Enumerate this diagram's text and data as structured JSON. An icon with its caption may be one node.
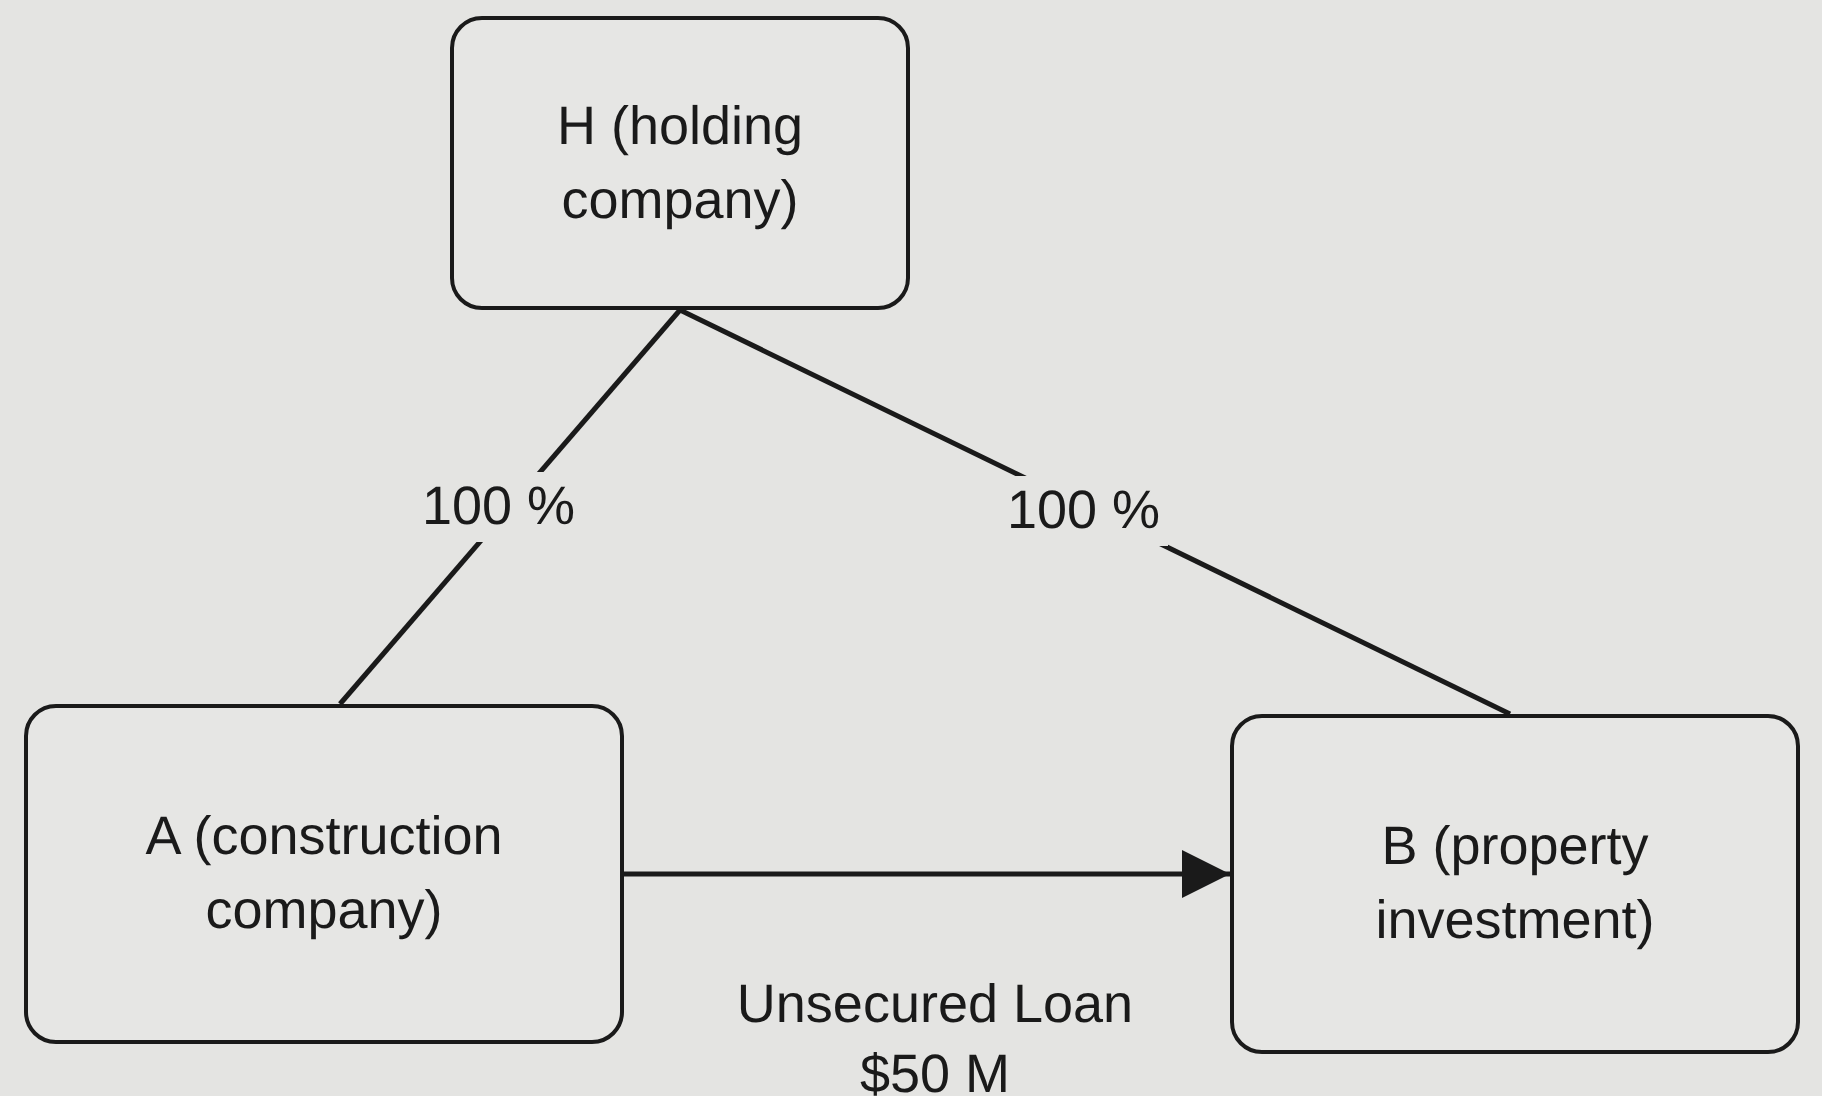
{
  "diagram": {
    "nodes": [
      {
        "text": [
          "H (holding company)"
        ]
      },
      {
        "text": [
          "A (construction company)"
        ]
      },
      {
        "text": [
          "B (property investment)"
        ]
      }
    ],
    "edges": [
      {
        "from": 0,
        "to": 1,
        "arrow": "none",
        "label": "100 %"
      },
      {
        "from": 0,
        "to": 2,
        "arrow": "none",
        "label": "100 %"
      },
      {
        "from": 1,
        "to": 2,
        "arrow": "to",
        "label": "Unsecured Loan $50 M"
      }
    ]
  }
}
